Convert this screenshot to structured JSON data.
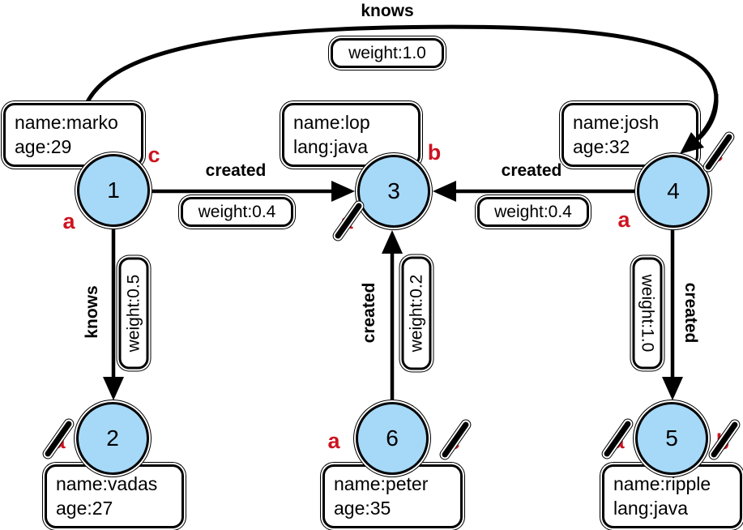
{
  "graph": {
    "nodes": [
      {
        "id": "1",
        "properties": [
          "name:marko",
          "age:29"
        ]
      },
      {
        "id": "2",
        "properties": [
          "name:vadas",
          "age:27"
        ]
      },
      {
        "id": "3",
        "properties": [
          "name:lop",
          "lang:java"
        ]
      },
      {
        "id": "4",
        "properties": [
          "name:josh",
          "age:32"
        ]
      },
      {
        "id": "5",
        "properties": [
          "name:ripple",
          "lang:java"
        ]
      },
      {
        "id": "6",
        "properties": [
          "name:peter",
          "age:35"
        ]
      }
    ],
    "edges": [
      {
        "from": "1",
        "to": "4",
        "label": "knows",
        "weight_label": "weight:1.0"
      },
      {
        "from": "1",
        "to": "3",
        "label": "created",
        "weight_label": "weight:0.4"
      },
      {
        "from": "4",
        "to": "3",
        "label": "created",
        "weight_label": "weight:0.4"
      },
      {
        "from": "1",
        "to": "2",
        "label": "knows",
        "weight_label": "weight:0.5"
      },
      {
        "from": "6",
        "to": "3",
        "label": "created",
        "weight_label": "weight:0.2"
      },
      {
        "from": "4",
        "to": "5",
        "label": "created",
        "weight_label": "weight:1.0"
      }
    ],
    "step_labels": [
      {
        "node": "1",
        "label": "c",
        "crossed": false,
        "position": "top-right"
      },
      {
        "node": "1",
        "label": "a",
        "crossed": false,
        "position": "bottom-left"
      },
      {
        "node": "3",
        "label": "b",
        "crossed": false,
        "position": "top-right"
      },
      {
        "node": "3",
        "label": "a",
        "crossed": true,
        "position": "bottom-left"
      },
      {
        "node": "4",
        "label": "c",
        "crossed": true,
        "position": "right"
      },
      {
        "node": "4",
        "label": "a",
        "crossed": false,
        "position": "bottom-left"
      },
      {
        "node": "2",
        "label": "a",
        "crossed": true,
        "position": "left"
      },
      {
        "node": "6",
        "label": "a",
        "crossed": false,
        "position": "left"
      },
      {
        "node": "6",
        "label": "c",
        "crossed": true,
        "position": "right"
      },
      {
        "node": "5",
        "label": "a",
        "crossed": true,
        "position": "left"
      },
      {
        "node": "5",
        "label": "b",
        "crossed": true,
        "position": "right"
      }
    ],
    "colors": {
      "node_fill": "#A6D9F7",
      "node_border": "#000000",
      "edge": "#000000",
      "step_label": "#CC1420",
      "box_background": "#FFFFFF"
    }
  }
}
